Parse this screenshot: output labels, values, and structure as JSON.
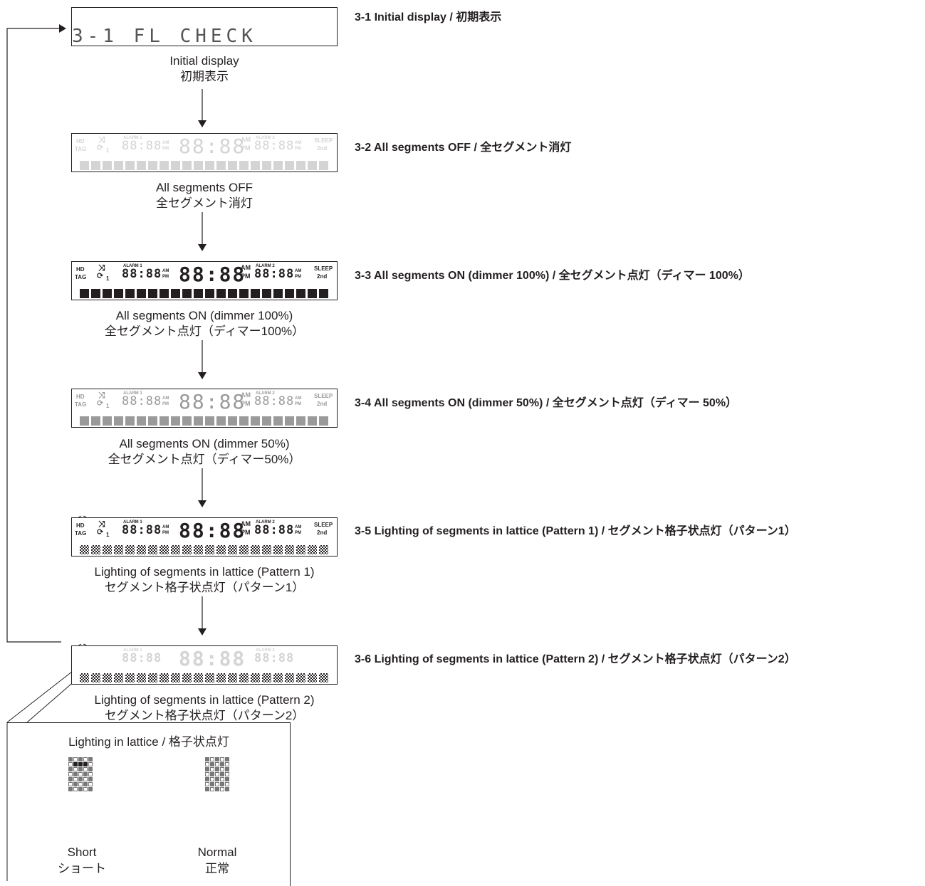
{
  "panels": [
    {
      "id": "3-1",
      "title": "3-1 Initial display / 初期表示",
      "caption_en": "Initial display",
      "caption_ja": "初期表示",
      "display_text": "3-1 FL CHECK"
    },
    {
      "id": "3-2",
      "title": "3-2 All segments OFF / 全セグメント消灯",
      "caption_en": "All segments OFF",
      "caption_ja": "全セグメント消灯"
    },
    {
      "id": "3-3",
      "title": "3-3 All segments ON (dimmer 100%) / 全セグメント点灯（ディマー 100%）",
      "caption_en": "All segments ON (dimmer 100%)",
      "caption_ja": "全セグメント点灯（ディマー100%）"
    },
    {
      "id": "3-4",
      "title": "3-4 All segments ON (dimmer 50%) / 全セグメント点灯（ディマー 50%）",
      "caption_en": "All segments ON (dimmer 50%)",
      "caption_ja": "全セグメント点灯（ディマー50%）"
    },
    {
      "id": "3-5",
      "title": "3-5 Lighting of segments in lattice (Pattern 1) / セグメント格子状点灯（パターン1）",
      "caption_en": "Lighting of segments in lattice (Pattern 1)",
      "caption_ja": "セグメント格子状点灯（パターン1）"
    },
    {
      "id": "3-6",
      "title": "3-6 Lighting of segments in lattice (Pattern 2) / セグメント格子状点灯（パターン2）",
      "caption_en": "Lighting of segments in lattice (Pattern 2)",
      "caption_ja": "セグメント格子状点灯（パターン2）"
    }
  ],
  "display_labels": {
    "hd": "HD",
    "tag": "TAG",
    "alarm1": "ALARM 1",
    "alarm2": "ALARM 2",
    "sleep": "SLEEP",
    "second": "2nd",
    "am": "AM",
    "pm": "PM",
    "repeat_one": "1",
    "clock_digits": "88:88",
    "alarm_digits": "88:88"
  },
  "legend": {
    "title": "Lighting in lattice / 格子状点灯",
    "short_en": "Short",
    "short_ja": "ショート",
    "normal_en": "Normal",
    "normal_ja": "正常"
  },
  "colors": {
    "line": "#231f20",
    "segment_on": "#231f20",
    "segment_dim": "#9a9a9a",
    "segment_off": "#d4d4d4"
  },
  "icons": [
    "shuffle-icon",
    "repeat-icon",
    "arrow-down-icon",
    "arrow-right-icon"
  ]
}
